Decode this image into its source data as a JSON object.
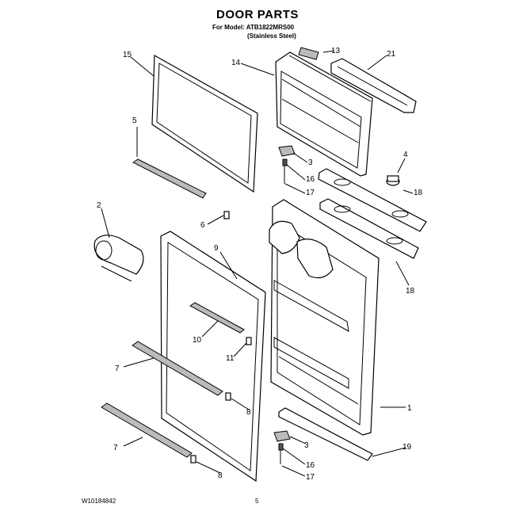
{
  "header": {
    "title": "DOOR PARTS",
    "model_line": "For Model: ATB1822MRS00",
    "finish_line": "(Stainless Steel)"
  },
  "footer": {
    "doc_number": "W10184842",
    "page_number": "5"
  },
  "callouts": {
    "c15": "15",
    "c14": "14",
    "c13": "13",
    "c21": "21",
    "c5": "5",
    "c3a": "3",
    "c16a": "16",
    "c17a": "17",
    "c4": "4",
    "c18a": "18",
    "c2": "2",
    "c6": "6",
    "c9": "9",
    "c18b": "18",
    "c10": "10",
    "c11": "11",
    "c7a": "7",
    "c1": "1",
    "c8a": "8",
    "c3b": "3",
    "c19": "19",
    "c7b": "7",
    "c16b": "16",
    "c8b": "8",
    "c17b": "17"
  }
}
